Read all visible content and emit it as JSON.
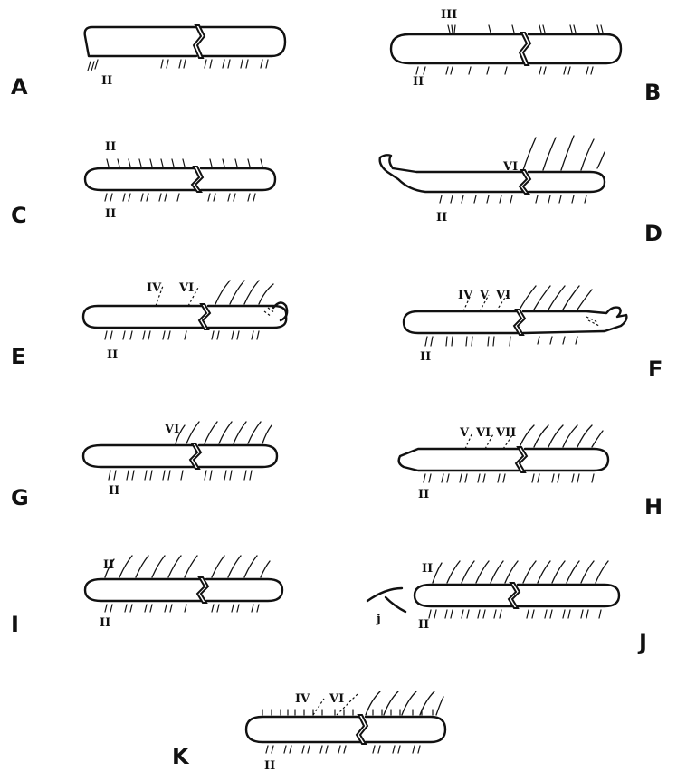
{
  "figure": {
    "panels": [
      {
        "id": "A",
        "letter": "A",
        "roman_labels": [
          "II"
        ]
      },
      {
        "id": "B",
        "letter": "B",
        "roman_labels": [
          "III",
          "II"
        ]
      },
      {
        "id": "C",
        "letter": "C",
        "roman_labels": [
          "II",
          "II"
        ]
      },
      {
        "id": "D",
        "letter": "D",
        "roman_labels": [
          "VI",
          "II"
        ]
      },
      {
        "id": "E",
        "letter": "E",
        "roman_labels": [
          "IV",
          "VI",
          "II"
        ]
      },
      {
        "id": "F",
        "letter": "F",
        "roman_labels": [
          "IV",
          "V",
          "VI",
          "II"
        ]
      },
      {
        "id": "G",
        "letter": "G",
        "roman_labels": [
          "VI",
          "II"
        ]
      },
      {
        "id": "H",
        "letter": "H",
        "roman_labels": [
          "V",
          "VI",
          "VII",
          "II"
        ]
      },
      {
        "id": "I",
        "letter": "I",
        "roman_labels": [
          "II",
          "II"
        ]
      },
      {
        "id": "J",
        "letter": "J",
        "roman_labels": [
          "II",
          "II",
          "j"
        ]
      },
      {
        "id": "K",
        "letter": "K",
        "roman_labels": [
          "IV",
          "VI",
          "II"
        ]
      }
    ]
  }
}
